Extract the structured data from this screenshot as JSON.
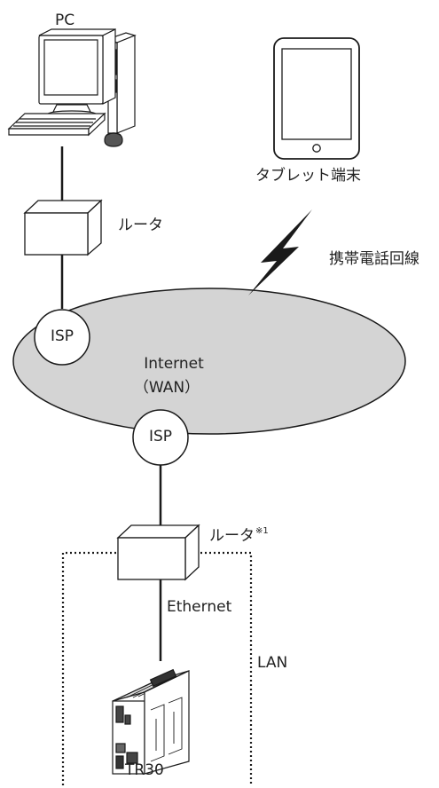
{
  "labels": {
    "pc": "PC",
    "tablet": "タブレット端末",
    "router_top": "ルータ",
    "cellular": "携帯電話回線",
    "isp_top": "ISP",
    "internet_line1": "Internet",
    "internet_line2": "（WAN）",
    "isp_bottom": "ISP",
    "router_bottom": "ルータ",
    "router_bottom_note": "※1",
    "ethernet": "Ethernet",
    "lan": "LAN",
    "device": "TR30"
  },
  "colors": {
    "cloud_fill": "#d4d4d4",
    "stroke": "#1a1a1a",
    "box_fill": "#ffffff"
  },
  "icons": {
    "pc": "desktop-pc-icon",
    "tablet": "tablet-icon",
    "router": "router-box-icon",
    "lightning": "lightning-bolt-icon",
    "device": "tr30-controller-icon"
  }
}
